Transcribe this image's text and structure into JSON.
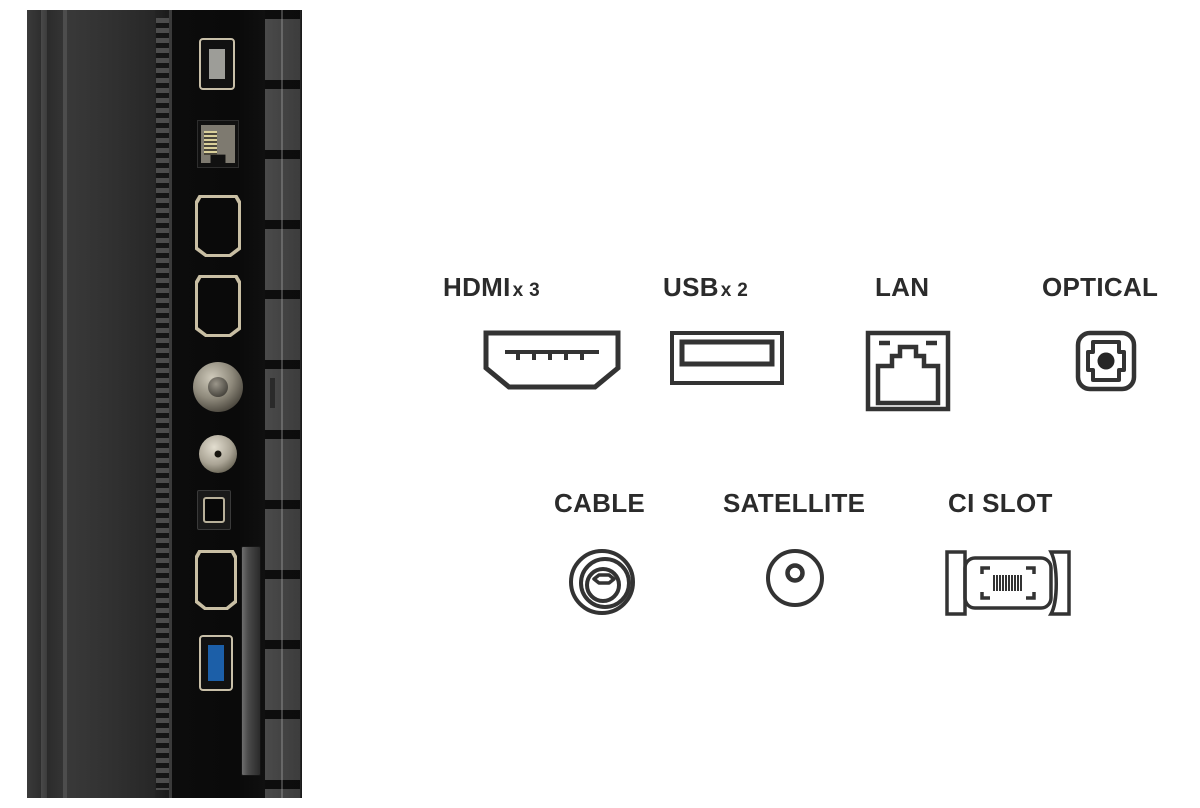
{
  "page": {
    "title": "TV Rear Connectivity Ports",
    "background_color": "#ffffff",
    "label_color": "#2b2b2b",
    "icon_stroke_color": "#333333"
  },
  "photo": {
    "alt": "Close-up photograph of a television side input panel showing the physical connectors",
    "visible_connectors": [
      "usb-port",
      "lan-rj45-port",
      "hdmi-port",
      "hdmi-port",
      "cable-coax-connector",
      "satellite-f-connector",
      "optical-toslink-port",
      "hdmi-port",
      "usb-3-port",
      "ci-card-slot"
    ],
    "accent_bezel_color": "#c8bfa8",
    "usb3_slot_color": "#1c5fa8",
    "chassis_color": "#2e2e2e"
  },
  "legend": {
    "rows": [
      {
        "items": [
          {
            "id": "hdmi",
            "name": "HDMI",
            "multiplier": "x 3",
            "icon": "hdmi-icon"
          },
          {
            "id": "usb",
            "name": "USB",
            "multiplier": "x 2",
            "icon": "usb-icon"
          },
          {
            "id": "lan",
            "name": "LAN",
            "multiplier": "",
            "icon": "lan-rj45-icon"
          },
          {
            "id": "optical",
            "name": "OPTICAL",
            "multiplier": "",
            "icon": "optical-toslink-icon"
          }
        ]
      },
      {
        "items": [
          {
            "id": "cable",
            "name": "CABLE",
            "multiplier": "",
            "icon": "cable-coax-icon"
          },
          {
            "id": "satellite",
            "name": "SATELLITE",
            "multiplier": "",
            "icon": "satellite-f-icon"
          },
          {
            "id": "cislot",
            "name": "CI SLOT",
            "multiplier": "",
            "icon": "ci-slot-icon"
          }
        ]
      }
    ]
  }
}
